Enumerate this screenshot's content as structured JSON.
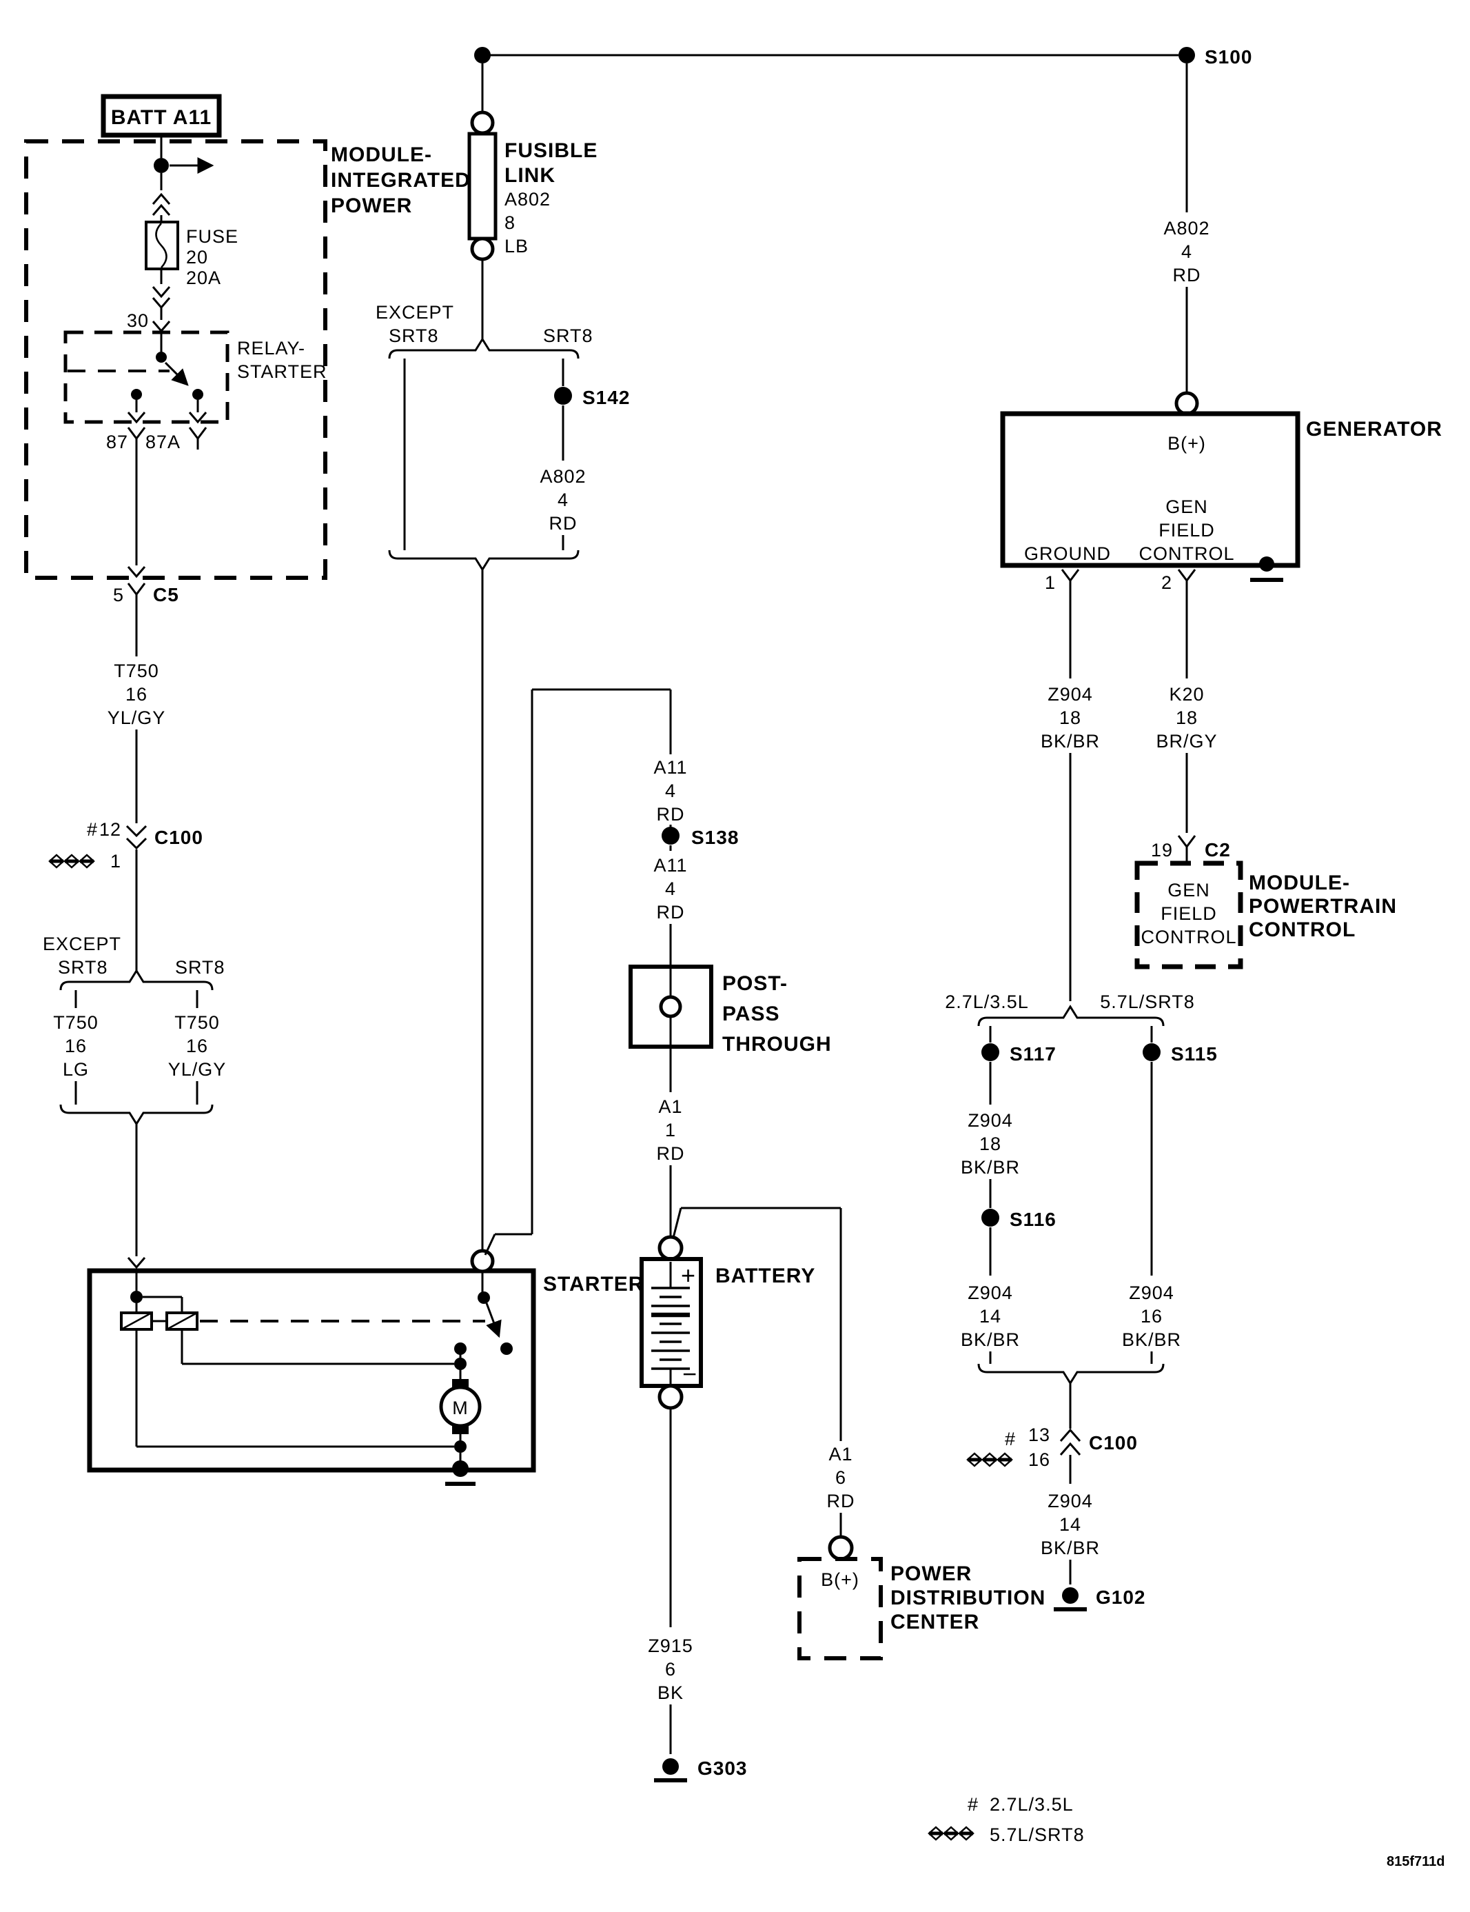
{
  "title_block": {
    "part_number": "815f711d"
  },
  "legend": {
    "hash_symbol": "#",
    "hash_label": "2.7L/3.5L",
    "diamond_label": "5.7L/SRT8"
  },
  "left": {
    "batt": "BATT A11",
    "module_power": [
      "MODULE-",
      "INTEGRATED",
      "POWER"
    ],
    "fuse": {
      "name": "FUSE",
      "num": "20",
      "amps": "20A"
    },
    "relay": {
      "pin30": "30",
      "name1": "RELAY-",
      "name2": "STARTER",
      "pin87": "87",
      "pin87a": "87A"
    },
    "c5": {
      "pin": "5",
      "name": "C5"
    },
    "wire_t750": [
      "T750",
      "16",
      "YL/GY"
    ],
    "c100": {
      "hash": "#",
      "pin_top": "12",
      "name": "C100",
      "pin_bottom": "1"
    },
    "branch": {
      "left1": "EXCEPT",
      "left2": "SRT8",
      "right": "SRT8"
    },
    "wire_lg": [
      "T750",
      "16",
      "LG"
    ],
    "wire_ylgy": [
      "T750",
      "16",
      "YL/GY"
    ]
  },
  "starter": {
    "name": "STARTER",
    "motor": "M"
  },
  "center": {
    "fusible1": "FUSIBLE",
    "fusible2": "LINK",
    "wire_link": [
      "A802",
      "8",
      "LB"
    ],
    "branch": {
      "left1": "EXCEPT",
      "left2": "SRT8",
      "right": "SRT8"
    },
    "s142": "S142",
    "wire_a802": [
      "A802",
      "4",
      "RD"
    ],
    "wire_a11_upper": [
      "A11",
      "4",
      "RD"
    ],
    "s138": "S138",
    "wire_a11_lower": [
      "A11",
      "4",
      "RD"
    ],
    "post_pass": [
      "POST-",
      "PASS",
      "THROUGH"
    ],
    "wire_a1": [
      "A1",
      "1",
      "RD"
    ],
    "battery": {
      "name": "BATTERY",
      "plus": "+",
      "minus": "−"
    },
    "wire_z915": [
      "Z915",
      "6",
      "BK"
    ],
    "g303": "G303"
  },
  "pdc": {
    "wire_a1": [
      "A1",
      "6",
      "RD"
    ],
    "terminal": "B(+)",
    "name": [
      "POWER",
      "DISTRIBUTION",
      "CENTER"
    ]
  },
  "right": {
    "s100": "S100",
    "wire_a802": [
      "A802",
      "4",
      "RD"
    ],
    "generator": {
      "name": "GENERATOR",
      "b_plus": "B(+)",
      "field1": "GEN",
      "field2": "FIELD",
      "field3": "CONTROL",
      "ground": "GROUND",
      "pin1": "1",
      "pin2": "2"
    },
    "wire_z904": [
      "Z904",
      "18",
      "BK/BR"
    ],
    "wire_k20": [
      "K20",
      "18",
      "BR/GY"
    ],
    "c2": {
      "pin": "19",
      "name": "C2"
    },
    "pcm": {
      "box1": "GEN",
      "box2": "FIELD",
      "box3": "CONTROL",
      "name1": "MODULE-",
      "name2": "POWERTRAIN",
      "name3": "CONTROL"
    },
    "branch": {
      "left": "2.7L/3.5L",
      "right": "5.7L/SRT8"
    },
    "s117": "S117",
    "s115": "S115",
    "s116": "S116",
    "wire_z904_18": [
      "Z904",
      "18",
      "BK/BR"
    ],
    "wire_z904_14": [
      "Z904",
      "14",
      "BK/BR"
    ],
    "wire_z904_16": [
      "Z904",
      "16",
      "BK/BR"
    ],
    "c100": {
      "hash": "#",
      "pin_top": "13",
      "name": "C100",
      "pin_bottom": "16"
    },
    "wire_z904_g": [
      "Z904",
      "14",
      "BK/BR"
    ],
    "g102": "G102"
  }
}
